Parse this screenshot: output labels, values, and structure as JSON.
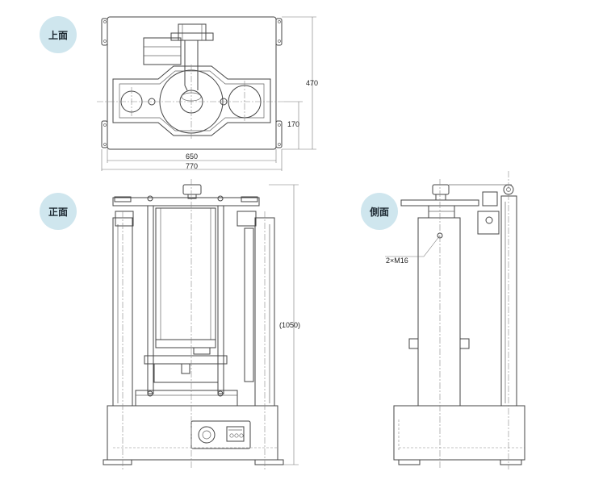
{
  "views": {
    "top": {
      "label": "上面"
    },
    "front": {
      "label": "正面"
    },
    "side": {
      "label": "側面"
    }
  },
  "dimensions": {
    "top_height": "470",
    "top_offset": "170",
    "top_inner_width": "650",
    "top_outer_width": "770",
    "front_height": "(1050)",
    "side_hole_note": "2×M16"
  },
  "colors": {
    "badge": "#cfe6ee",
    "line": "#444444"
  }
}
